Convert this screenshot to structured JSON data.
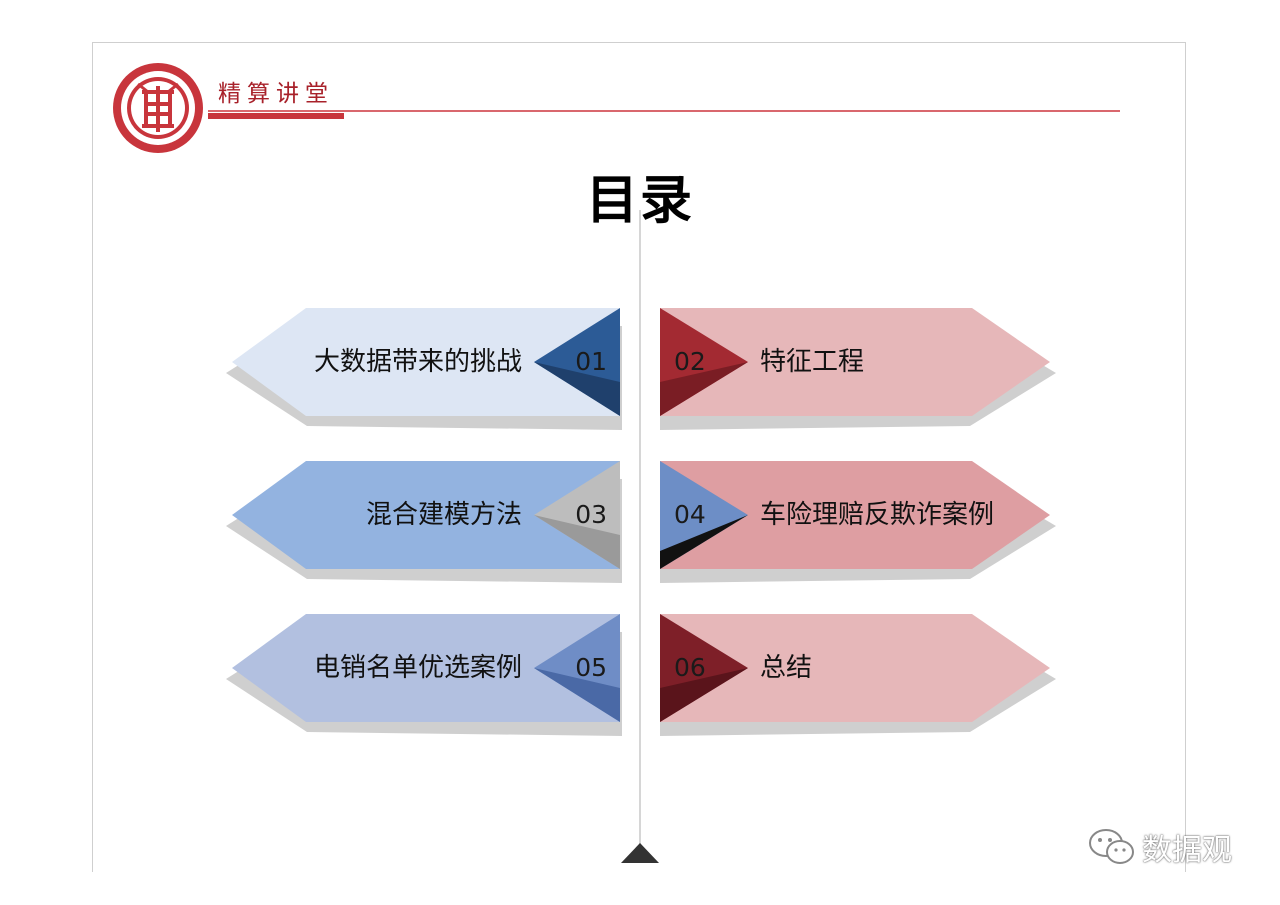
{
  "header": {
    "brand_title": "精算讲堂",
    "logo_icon": "actuary-association-seal-icon"
  },
  "page_title": "目录",
  "toc": [
    {
      "num": "01",
      "label": "大数据带来的挑战"
    },
    {
      "num": "02",
      "label": "特征工程"
    },
    {
      "num": "03",
      "label": "混合建模方法"
    },
    {
      "num": "04",
      "label": "车险理赔反欺诈案例"
    },
    {
      "num": "05",
      "label": "电销名单优选案例"
    },
    {
      "num": "06",
      "label": "总结"
    }
  ],
  "colors": {
    "accent_red": "#c8353c",
    "left_row1": "#dde6f4",
    "left_row2": "#93b3e0",
    "left_row3": "#b2c0e0",
    "right_rows": "#e6b7b9",
    "right_row2": "#de9ea2"
  },
  "watermark": {
    "icon": "wechat-icon",
    "text": "数据观"
  }
}
